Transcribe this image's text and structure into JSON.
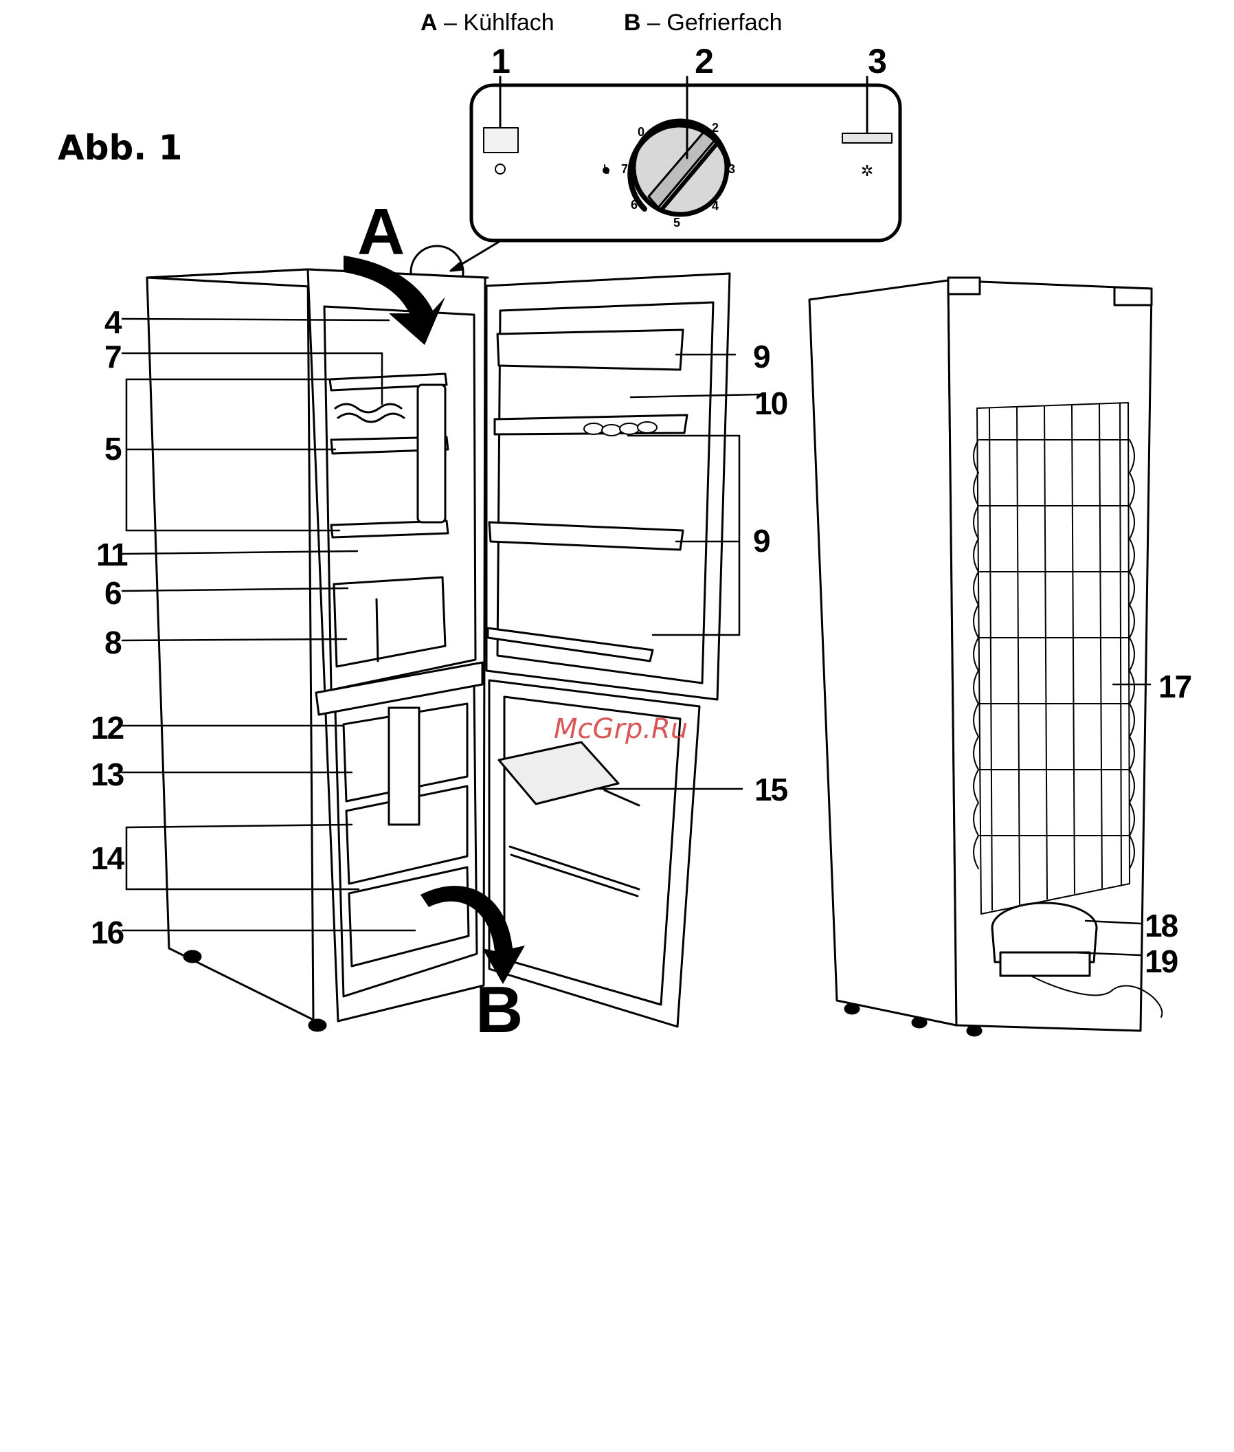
{
  "legend": {
    "a_key": "A",
    "a_text": "Kühlfach",
    "b_key": "B",
    "b_text": "Gefrierfach",
    "dash": "–"
  },
  "figure_title": "Abb. 1",
  "panel_labels": [
    "1",
    "2",
    "3"
  ],
  "dial_numbers": [
    "0",
    "2",
    "3",
    "4",
    "5",
    "6",
    "7"
  ],
  "arrow_labels": [
    "A",
    "B"
  ],
  "part_labels": {
    "p4": "4",
    "p7": "7",
    "p5": "5",
    "p11": "11",
    "p6": "6",
    "p8": "8",
    "p12": "12",
    "p13": "13",
    "p14": "14",
    "p16": "16",
    "p9a": "9",
    "p10": "10",
    "p9b": "9",
    "p15": "15",
    "p17": "17",
    "p18": "18",
    "p19": "19"
  },
  "watermark": "McGrp.Ru"
}
